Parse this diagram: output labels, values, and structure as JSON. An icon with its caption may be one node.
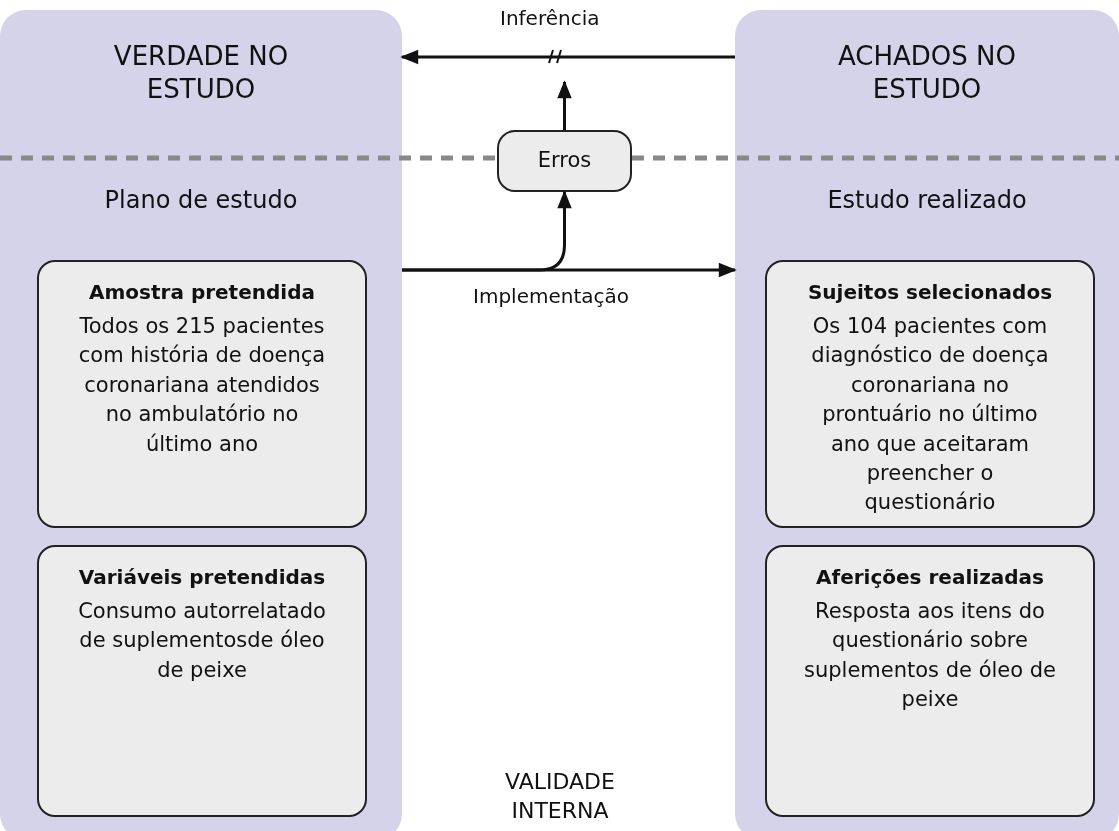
{
  "diagram": {
    "nodes": [
      {
        "text": [
          "VERDADE NO ESTUDO",
          "Plano de estudo"
        ]
      },
      {
        "text": [
          "Amostra pretendida",
          "Todos os 215 pacientes com história de doença coronariana atendidos no ambulatório no último ano"
        ],
        "in": 0
      },
      {
        "text": [
          "Variáveis pretendidas",
          "Consumo autorrelatado de suplementosde óleo de peixe"
        ],
        "in": 0
      },
      {
        "text": [
          "ACHADOS NO ESTUDO",
          "Estudo realizado"
        ]
      },
      {
        "text": [
          "Sujeitos selecionados",
          "Os 104 pacientes com diagnóstico de doença coronariana no prontuário no último ano que aceitaram preencher o questionário"
        ],
        "in": 3
      },
      {
        "text": [
          "Aferições realizadas",
          "Resposta aos itens do questionário sobre suplementos de óleo de peixe"
        ],
        "in": 3
      },
      {
        "text": [
          "Erros"
        ]
      }
    ],
    "edges": [
      {
        "from": 3,
        "to": 0,
        "arrow": "to",
        "label": "Inferência"
      },
      {
        "from": 0,
        "to": 3,
        "arrow": "to",
        "label": "Implementação"
      },
      {
        "from": 0,
        "to": 6,
        "arrow": "to"
      },
      {
        "from": 6,
        "to": null,
        "arrow": "to"
      }
    ],
    "labels": [
      "VALIDADE INTERNA"
    ]
  }
}
